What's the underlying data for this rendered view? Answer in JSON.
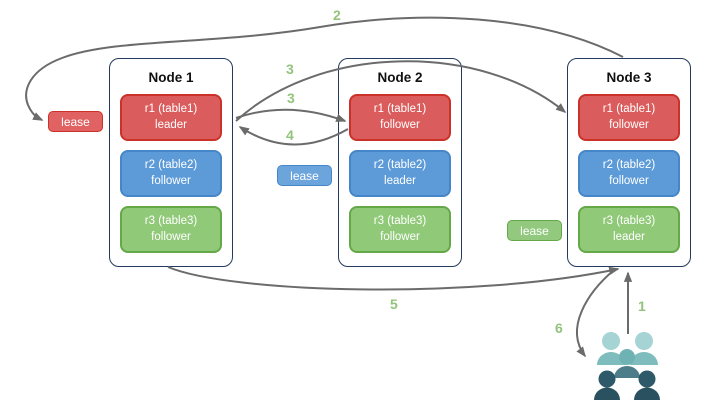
{
  "diagram": {
    "nodes": [
      {
        "title": "Node 1",
        "replicas": [
          {
            "label": "r1 (table1)",
            "role": "leader",
            "color": "red"
          },
          {
            "label": "r2 (table2)",
            "role": "follower",
            "color": "blue"
          },
          {
            "label": "r3 (table3)",
            "role": "follower",
            "color": "green"
          }
        ]
      },
      {
        "title": "Node 2",
        "replicas": [
          {
            "label": "r1 (table1)",
            "role": "follower",
            "color": "red"
          },
          {
            "label": "r2 (table2)",
            "role": "leader",
            "color": "blue"
          },
          {
            "label": "r3 (table3)",
            "role": "follower",
            "color": "green"
          }
        ]
      },
      {
        "title": "Node 3",
        "replicas": [
          {
            "label": "r1 (table1)",
            "role": "follower",
            "color": "red"
          },
          {
            "label": "r2 (table2)",
            "role": "follower",
            "color": "blue"
          },
          {
            "label": "r3 (table3)",
            "role": "leader",
            "color": "green"
          }
        ]
      }
    ],
    "leases": [
      {
        "label": "lease",
        "color": "red"
      },
      {
        "label": "lease",
        "color": "blue"
      },
      {
        "label": "lease",
        "color": "green"
      }
    ],
    "steps": [
      "1",
      "2",
      "3",
      "3",
      "4",
      "5",
      "6"
    ],
    "icons": {
      "users_group": "users-group-icon"
    },
    "colors": {
      "replica_red": "#db5c5c",
      "replica_red_border": "#cb3129",
      "replica_blue": "#5d9bd8",
      "replica_blue_border": "#4586c8",
      "replica_green": "#90c978",
      "replica_green_border": "#64a848",
      "node_border": "#24395e",
      "step_number_green": "#93c47d",
      "arrow_gray": "#6b6b6b",
      "people_light_teal": "#a6d4d5",
      "people_mid_teal": "#6fb2b4",
      "people_dark_slate": "#2e5968"
    }
  }
}
